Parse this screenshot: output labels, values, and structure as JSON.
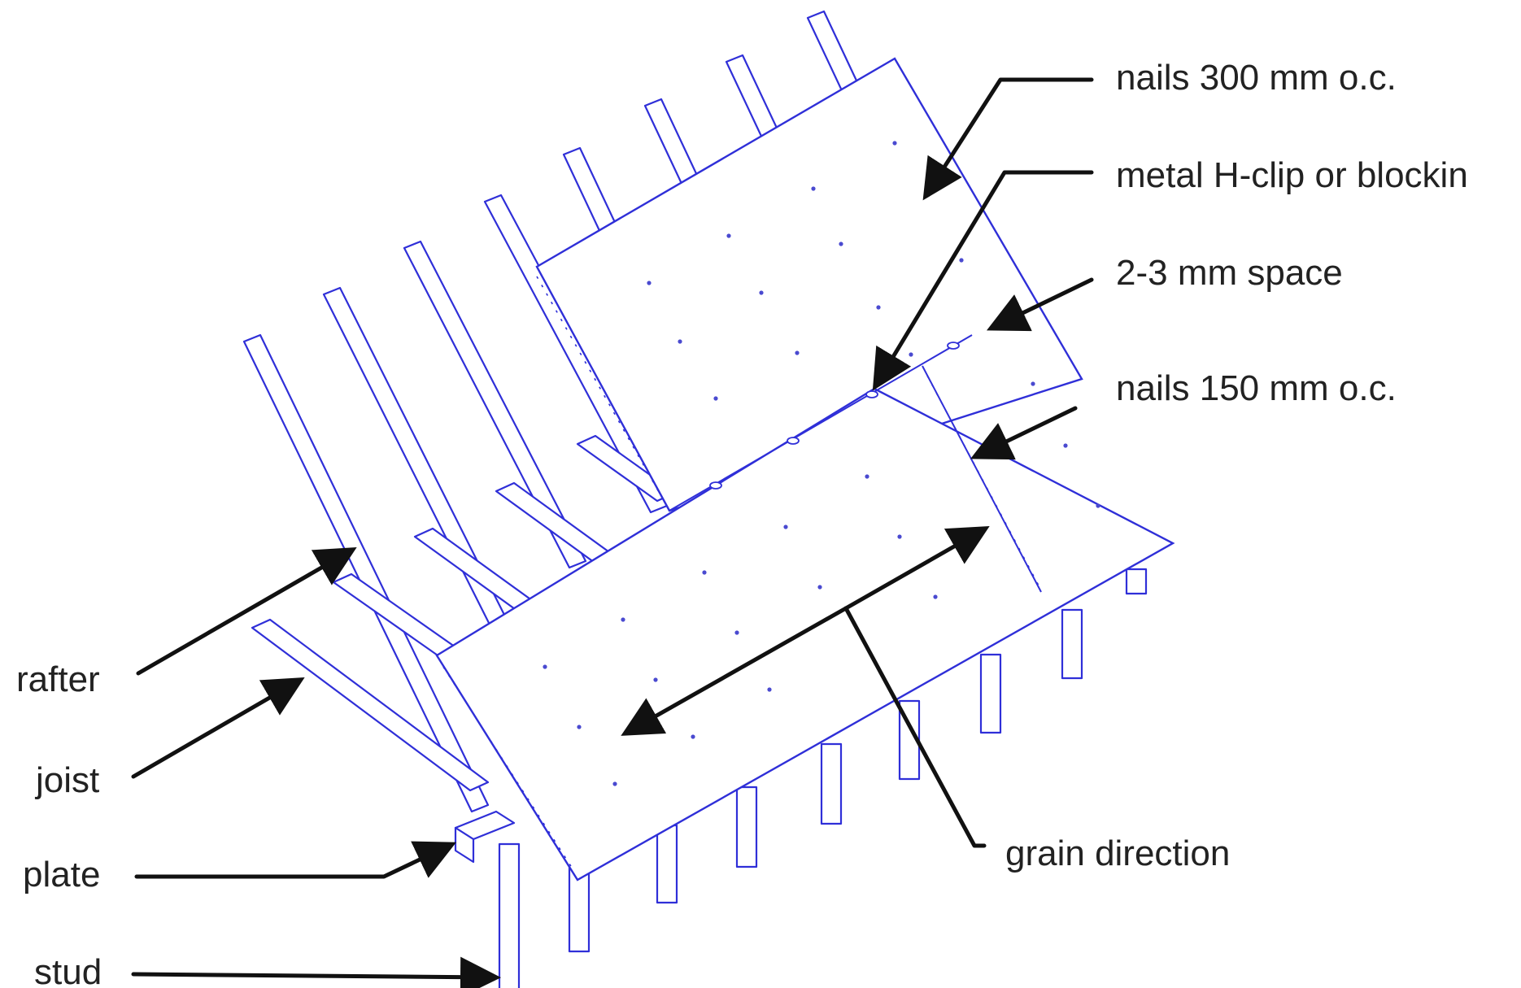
{
  "labels": {
    "nails_300": "nails 300 mm o.c.",
    "h_clip": "metal H-clip or blockin",
    "space": "2-3 mm space",
    "nails_150": "nails 150 mm o.c.",
    "grain": "grain direction",
    "rafter": "rafter",
    "joist": "joist",
    "plate": "plate",
    "stud": "stud"
  },
  "colors": {
    "framing_line": "#2f2fd8",
    "leader_line": "#111111",
    "label_text": "#222222"
  }
}
